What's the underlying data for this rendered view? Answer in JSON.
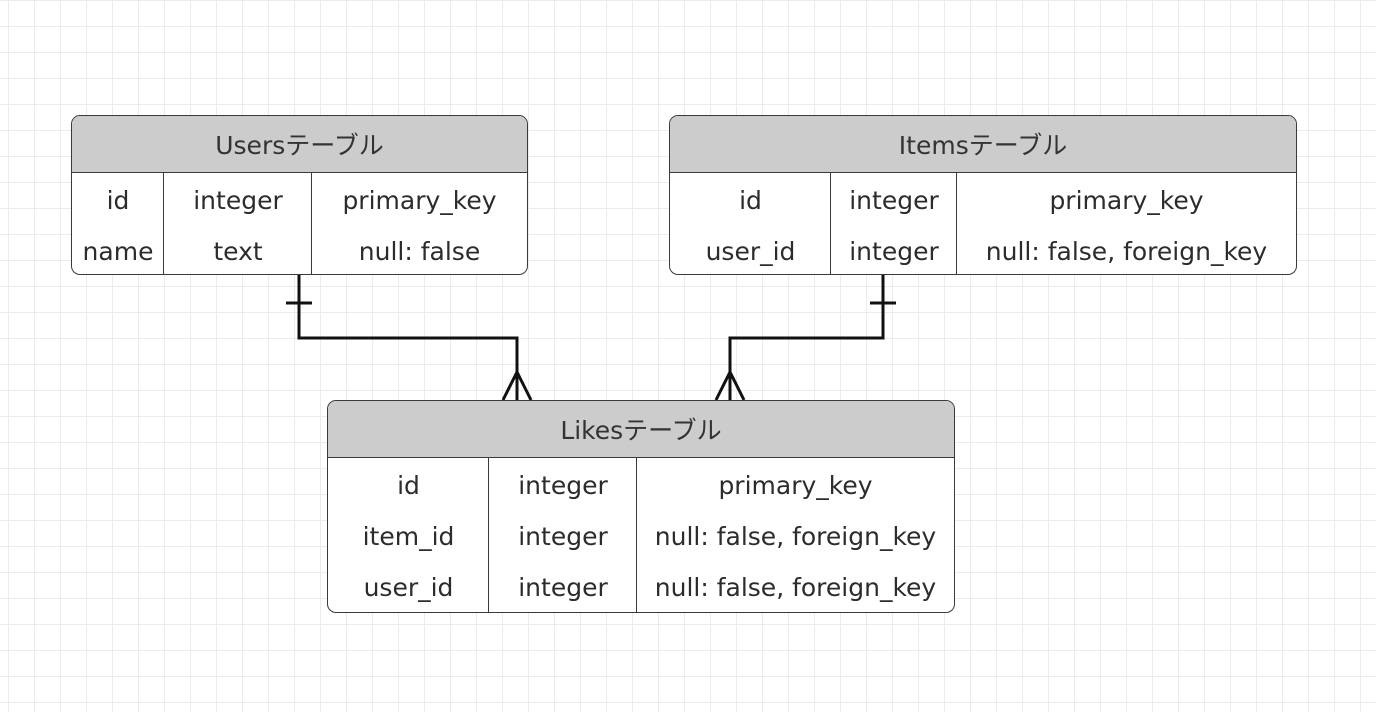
{
  "diagram": {
    "tables": {
      "users": {
        "title": "Usersテーブル",
        "rows": [
          {
            "name": "id",
            "type": "integer",
            "constraint": "primary_key"
          },
          {
            "name": "name",
            "type": "text",
            "constraint": "null: false"
          }
        ]
      },
      "items": {
        "title": "Itemsテーブル",
        "rows": [
          {
            "name": "id",
            "type": "integer",
            "constraint": "primary_key"
          },
          {
            "name": "user_id",
            "type": "integer",
            "constraint": "null: false, foreign_key"
          }
        ]
      },
      "likes": {
        "title": "Likesテーブル",
        "rows": [
          {
            "name": "id",
            "type": "integer",
            "constraint": "primary_key"
          },
          {
            "name": "item_id",
            "type": "integer",
            "constraint": "null: false, foreign_key"
          },
          {
            "name": "user_id",
            "type": "integer",
            "constraint": "null: false, foreign_key"
          }
        ]
      }
    },
    "relationships": [
      {
        "from": "users",
        "to": "likes",
        "from_cardinality": "one",
        "to_cardinality": "many"
      },
      {
        "from": "items",
        "to": "likes",
        "from_cardinality": "one",
        "to_cardinality": "many"
      }
    ],
    "colors": {
      "header_fill": "#cccccc",
      "border": "#3a3a3a",
      "connector": "#111111",
      "grid": "#ebebeb"
    }
  }
}
